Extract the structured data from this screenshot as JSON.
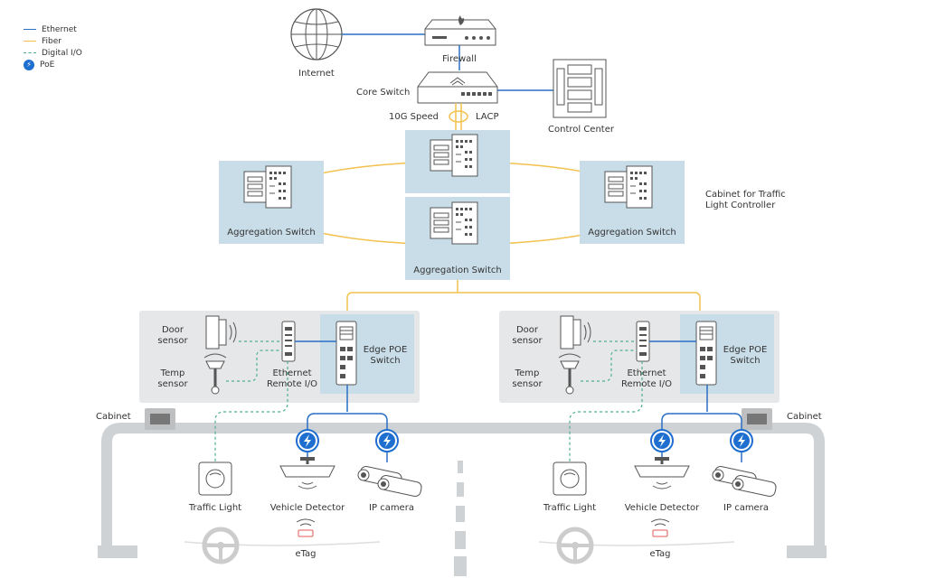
{
  "legend": {
    "ethernet": "Ethernet",
    "fiber": "Fiber",
    "digital_io": "Digital I/O",
    "poe": "PoE"
  },
  "colors": {
    "ethernet": "#2a6fc4",
    "fiber": "#f2c14e",
    "digital_io": "#4caf88",
    "poe": "#1f6fd1",
    "switch_panel": "#c9dde8",
    "cabinet_panel": "#e6e7e8",
    "road": "#cfd2d4"
  },
  "top": {
    "internet": "Internet",
    "firewall": "Firewall",
    "core_switch": "Core Switch",
    "control_center": "Control Center",
    "speed": "10G Speed",
    "lacp": "LACP"
  },
  "aggregation": {
    "left": "Aggregation Switch",
    "right": "Aggregation Switch",
    "bottom": "Aggregation Switch",
    "cabinet_note": "Cabinet for Traffic\nLight Controller"
  },
  "left_cabinet": {
    "door_sensor": "Door\nsensor",
    "temp_sensor": "Temp\nsensor",
    "remote_io": "Ethernet\nRemote I/O",
    "edge_switch": "Edge POE\nSwitch",
    "cabinet": "Cabinet",
    "traffic_light": "Traffic Light",
    "vehicle_detector": "Vehicle Detector",
    "ip_camera": "IP camera",
    "etag": "eTag"
  },
  "right_cabinet": {
    "door_sensor": "Door\nsensor",
    "temp_sensor": "Temp\nsensor",
    "remote_io": "Ethernet\nRemote I/O",
    "edge_switch": "Edge POE\nSwitch",
    "cabinet": "Cabinet",
    "traffic_light": "Traffic Light",
    "vehicle_detector": "Vehicle Detector",
    "ip_camera": "IP camera",
    "etag": "eTag"
  }
}
